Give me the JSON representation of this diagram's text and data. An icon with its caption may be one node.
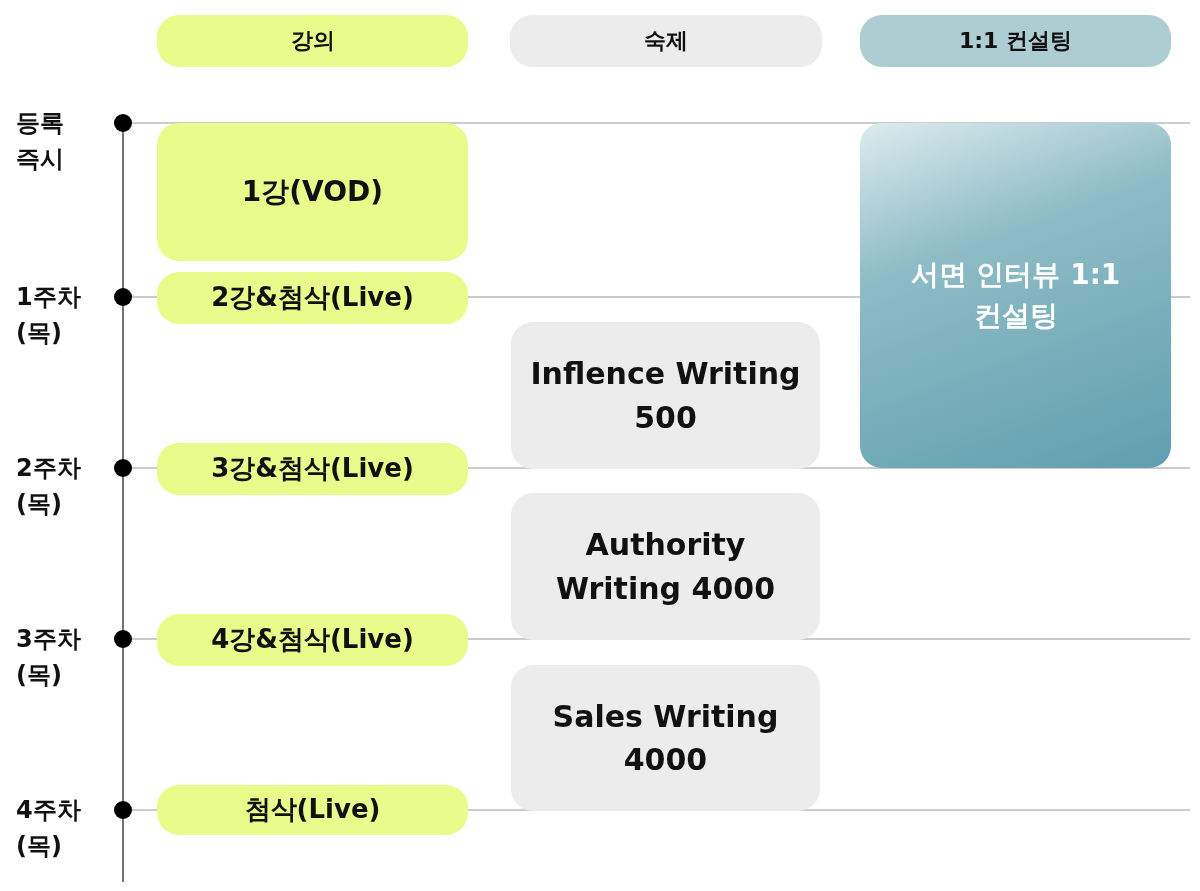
{
  "diagram": {
    "nodes": [
      {
        "text": [
          "강의"
        ]
      },
      {
        "text": [
          "숙제"
        ]
      },
      {
        "text": [
          "1:1 컨설팅"
        ]
      },
      {
        "text": [
          "1강(VOD)"
        ]
      },
      {
        "text": [
          "2강&첨삭(Live)"
        ]
      },
      {
        "text": [
          "3강&첨삭(Live)"
        ]
      },
      {
        "text": [
          "4강&첨삭(Live)"
        ]
      },
      {
        "text": [
          "첨삭(Live)"
        ]
      },
      {
        "text": [
          "서면 인터뷰 1:1 컨설팅"
        ]
      },
      {
        "text": [
          "Inflence Writing 500"
        ]
      },
      {
        "text": [
          "Authority Writing 4000"
        ]
      },
      {
        "text": [
          "Sales Writing 4000"
        ]
      }
    ],
    "edges": [],
    "labels": [
      "등록 즉시",
      "1주차 (목)",
      "2주차 (목)",
      "3주차 (목)",
      "4주차 (목)"
    ]
  }
}
